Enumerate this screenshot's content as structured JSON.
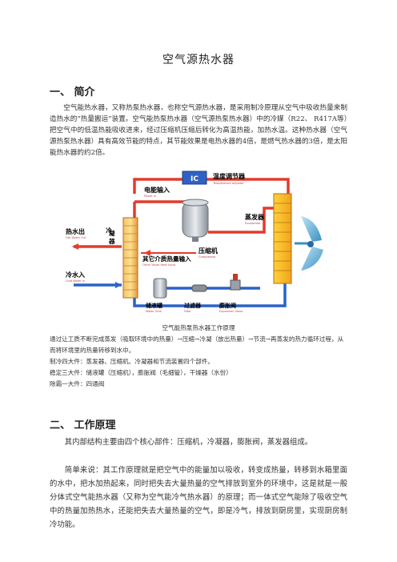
{
  "document": {
    "title": "空气源热水器",
    "section1": {
      "heading": "一、 简介",
      "paragraph": "空气能热水器，又称热泵热水器，也称空气源热水器，是采用制冷原理从空气中吸收热量来制造热水的“热量搬运”装置。空气能热泵热水器（空气源热泵热水器）中的冷媒（R22、 R417A等）把空气中的低温热能吸收进来，经过压缩机压缩后转化为高温热能，加热水温。这种热水器（空气源热泵热水器）具有高效节能的特点，其节能效果是电热水器的4倍，是燃气热水器的3倍，是太阳能热水器的约2倍。"
    },
    "diagram": {
      "labels": {
        "ic": "IC",
        "temp_controller": "温度调节器",
        "temp_controller_en": "Temperature Adjuster",
        "power_input": "电能输入",
        "power_input_en": "Power In",
        "compressor": "压缩机",
        "compressor_en": "Compressor",
        "evaporator": "蒸发器",
        "evaporator_en": "Evaporator",
        "hot_water_out": "热水出",
        "hot_water_out_en": "Hot Water Out",
        "condenser": "冷凝器",
        "condenser_en": "Condenser",
        "other_heat": "其它介质热量输入",
        "other_heat_en": "Other Value Heat Input",
        "cold_water_in": "冷水入",
        "cold_water_in_en": "Cold Water In",
        "water_tank": "储液罐",
        "water_tank_en": "Water Tank",
        "filter": "过滤器",
        "filter_en": "Filter",
        "expansion_valve": "膨胀阀",
        "expansion_valve_en": "Expansion Valve"
      },
      "caption": "空气能热泵热水器工作原理"
    },
    "parts": [
      "通过让工质不断完成蒸发（吸取环境中的热量）→压缩→冷凝（放出热量）→节流→再蒸发的热力循环过程，从而将环境里的热量转移到水中。",
      "制冷四大件：蒸发器、压缩机、冷凝器和节流装置四个部件。",
      "稳定三大件：储液罐（压缩机），膨胀阀（毛细管），干燥器（水份）",
      "除霜一大件：四通阀"
    ],
    "section2": {
      "heading": "二、 工作原理",
      "paragraph1": "其内部结构主要由四个核心部件：压缩机，冷凝器，膨胀阀，蒸发器组成。",
      "paragraph2": "简单来说：其工作原理就是把空气中的能量加以吸收，转变成热量，转移到水箱里面的水中，把水加热起来，同时把失去大量热量的空气排放到室外的环境中，这是就是一般分体式空气能热水器（又称为空气能冷气热水器）的原理；而一体式空气能除了吸收空气中的热量加热热水，还能把失去大量热量的空气，即是冷气，排放到厨房里，实现厨房制冷功能。"
    }
  }
}
